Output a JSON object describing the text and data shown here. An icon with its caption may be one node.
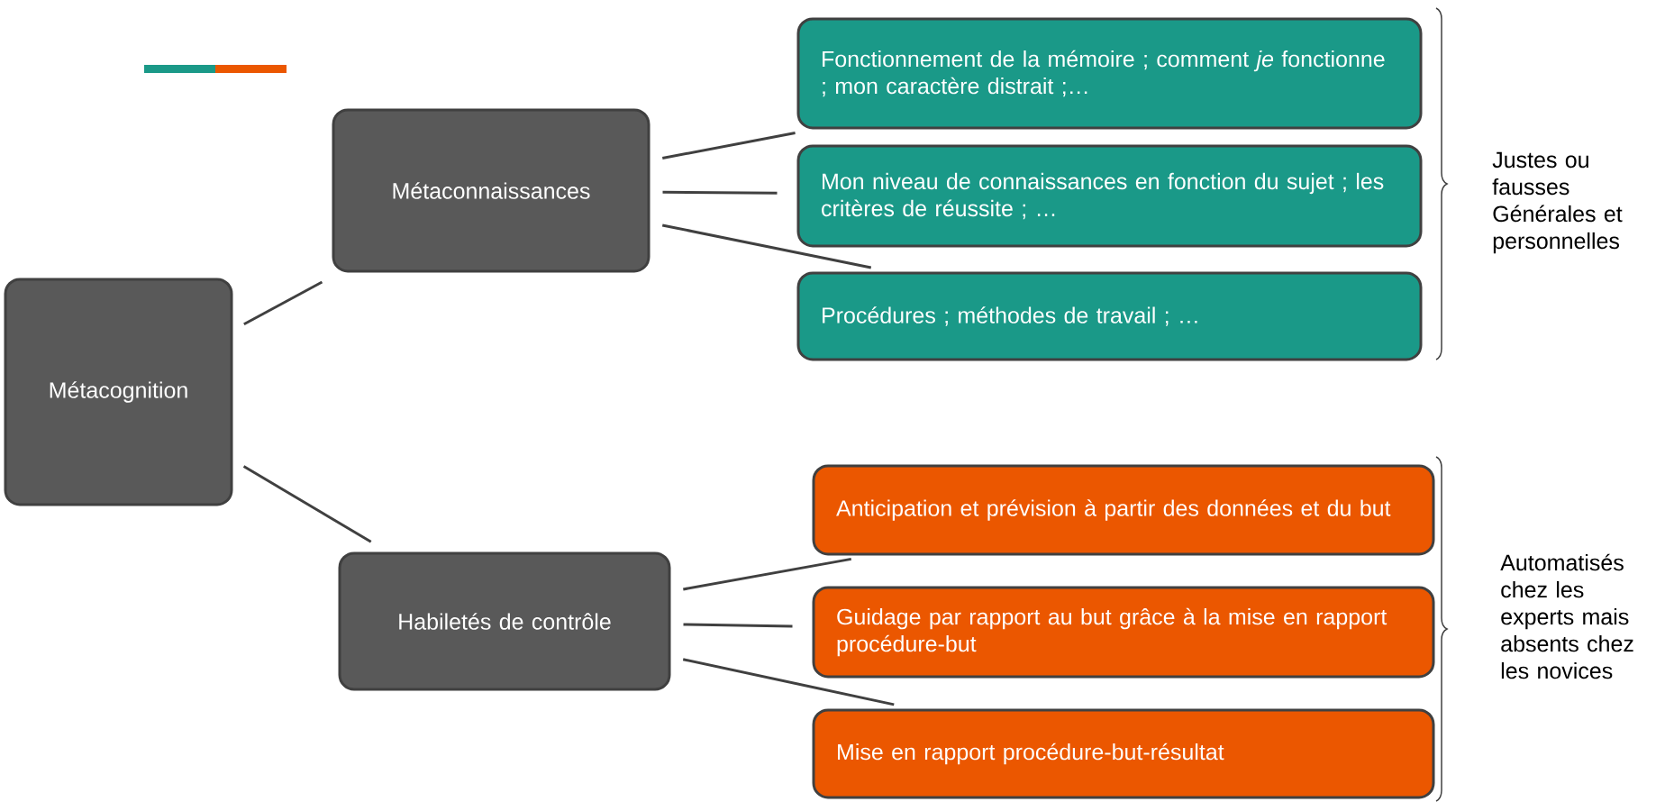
{
  "diagram": {
    "nodes": [
      {
        "text": [
          "Métacognition"
        ]
      },
      {
        "text": [
          "Métaconnaissances"
        ]
      },
      {
        "text": [
          "Habiletés de contrôle"
        ]
      },
      {
        "text": [
          "Fonctionnement de la mémoire ; comment *je* fonctionne ; mon caractère distrait ;…"
        ]
      },
      {
        "text": [
          "Mon niveau de connaissances en fonction du sujet ; les critères de réussite ; …"
        ]
      },
      {
        "text": [
          "Procédures ; méthodes de travail ; …"
        ]
      },
      {
        "text": [
          "Anticipation et prévision à partir des données et du but"
        ]
      },
      {
        "text": [
          "Guidage par rapport au but grâce à la mise en rapport procédure-but"
        ]
      },
      {
        "text": [
          "Mise en rapport procédure-but-résultat"
        ]
      }
    ],
    "edges": [
      {
        "from": 0,
        "to": 1,
        "arrow": "none"
      },
      {
        "from": 0,
        "to": 2,
        "arrow": "none"
      },
      {
        "from": 1,
        "to": 3,
        "arrow": "none"
      },
      {
        "from": 1,
        "to": 4,
        "arrow": "none"
      },
      {
        "from": 1,
        "to": 5,
        "arrow": "none"
      },
      {
        "from": 2,
        "to": 6,
        "arrow": "none"
      },
      {
        "from": 2,
        "to": 7,
        "arrow": "none"
      },
      {
        "from": 2,
        "to": 8,
        "arrow": "none"
      }
    ],
    "labels": [
      "Justes ou fausses Générales et personnelles",
      "Automatisés chez les experts mais absents chez les novices"
    ]
  }
}
